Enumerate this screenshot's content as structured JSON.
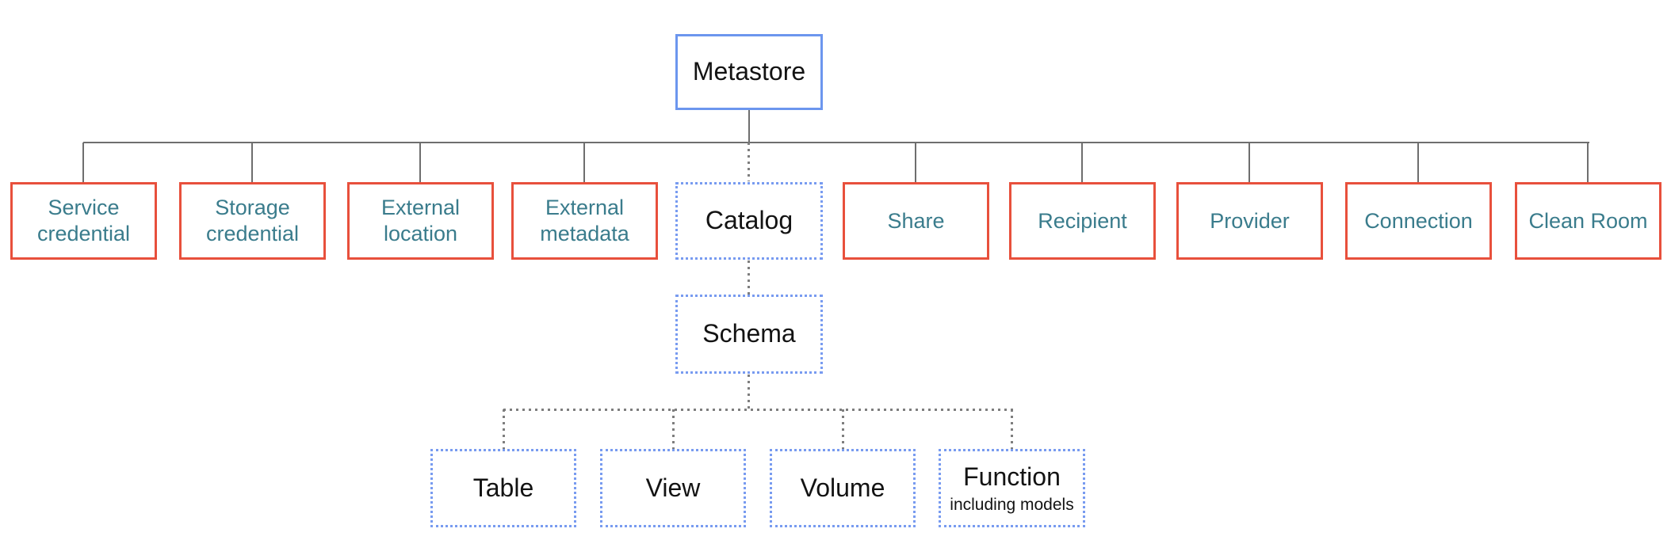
{
  "diagram": {
    "nodes": {
      "metastore": {
        "label": "Metastore",
        "border_style": "solid-blue"
      },
      "level2": [
        {
          "label": "Service credential",
          "border_style": "solid-red"
        },
        {
          "label": "Storage credential",
          "border_style": "solid-red"
        },
        {
          "label": "External location",
          "border_style": "solid-red"
        },
        {
          "label": "External metadata",
          "border_style": "solid-red"
        },
        {
          "label": "Catalog",
          "border_style": "dotted-blue"
        },
        {
          "label": "Share",
          "border_style": "solid-red"
        },
        {
          "label": "Recipient",
          "border_style": "solid-red"
        },
        {
          "label": "Provider",
          "border_style": "solid-red"
        },
        {
          "label": "Connection",
          "border_style": "solid-red"
        },
        {
          "label": "Clean Room",
          "border_style": "solid-red"
        }
      ],
      "schema": {
        "label": "Schema",
        "border_style": "dotted-blue"
      },
      "level4": [
        {
          "label": "Table",
          "border_style": "dotted-blue"
        },
        {
          "label": "View",
          "border_style": "dotted-blue"
        },
        {
          "label": "Volume",
          "border_style": "dotted-blue"
        },
        {
          "label": "Function",
          "sublabel": "including models",
          "border_style": "dotted-blue"
        }
      ]
    },
    "colors": {
      "background": "#FFFFFF",
      "node-blue-border": "#6C96EE",
      "node-red-border": "#E8503C",
      "dotted-blue-border": "#789BF0",
      "teal-text": "#3A7C8C",
      "dark-text": "#131313",
      "connector-gray": "#6E6E6E",
      "dotted-gray": "#7E7E7E"
    }
  }
}
